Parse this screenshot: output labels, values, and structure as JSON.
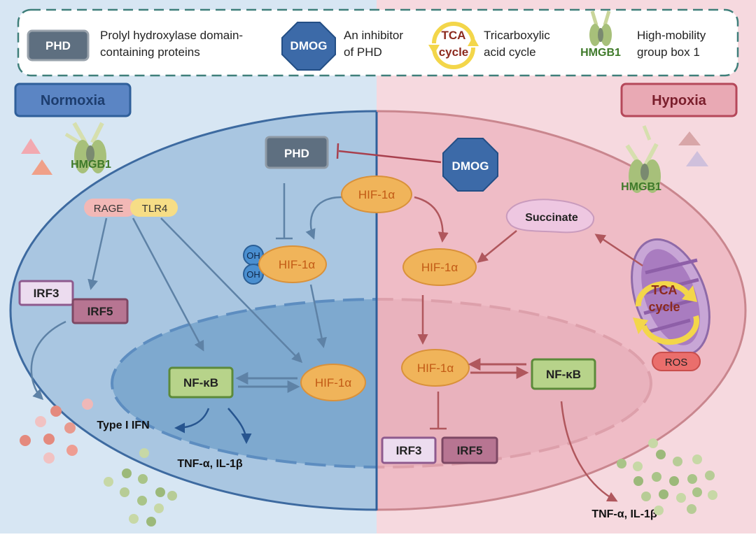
{
  "legend": {
    "phd_box": "PHD",
    "phd_desc_line1": "Prolyl hydroxylase domain-",
    "phd_desc_line2": "containing proteins",
    "dmog_box": "DMOG",
    "dmog_desc_line1": "An inhibitor",
    "dmog_desc_line2": "of PHD",
    "tca_line1": "TCA",
    "tca_line2": "cycle",
    "tca_desc_line1": "Tricarboxylic",
    "tca_desc_line2": "acid cycle",
    "hmgb1_label": "HMGB1",
    "hmgb1_desc_line1": "High-mobility",
    "hmgb1_desc_line2": "group box 1"
  },
  "normoxia": {
    "title": "Normoxia",
    "hmgb1": "HMGB1",
    "rage": "RAGE",
    "tlr4": "TLR4",
    "irf3": "IRF3",
    "irf5": "IRF5",
    "phd": "PHD",
    "oh1": "OH",
    "oh2": "OH",
    "hif_hydroxylated": "HIF-1α",
    "nfkb": "NF-κB",
    "hif_nucleus": "HIF-1α",
    "type1_ifn": "Type I IFN",
    "cytokines": "TNF-α,  IL-1β"
  },
  "center": {
    "hif_top": "HIF-1α",
    "dmog": "DMOG"
  },
  "hypoxia": {
    "title": "Hypoxia",
    "hmgb1": "HMGB1",
    "succinate": "Succinate",
    "hif_cyto": "HIF-1α",
    "tca_line1": "TCA",
    "tca_line2": "cycle",
    "ros": "ROS",
    "hif_nucleus": "HIF-1α",
    "nfkb": "NF-κB",
    "irf3": "IRF3",
    "irf5": "IRF5",
    "cytokines": "TNF-α,  IL-1β"
  },
  "colors": {
    "normoxia_bg": "#d7e6f3",
    "hypoxia_bg": "#f6d9df",
    "normoxia_cell": "#a9c6e1",
    "hypoxia_cell": "#efbcc6",
    "hif": "#f0b45a",
    "nfkb": "#b7d38a",
    "irf3": "#ecdcef",
    "irf5": "#b77592",
    "phd": "#5e6f80",
    "dmog": "#3c6aa8",
    "normoxia_arrow": "#5e82a6",
    "hypoxia_arrow": "#b0575d"
  }
}
